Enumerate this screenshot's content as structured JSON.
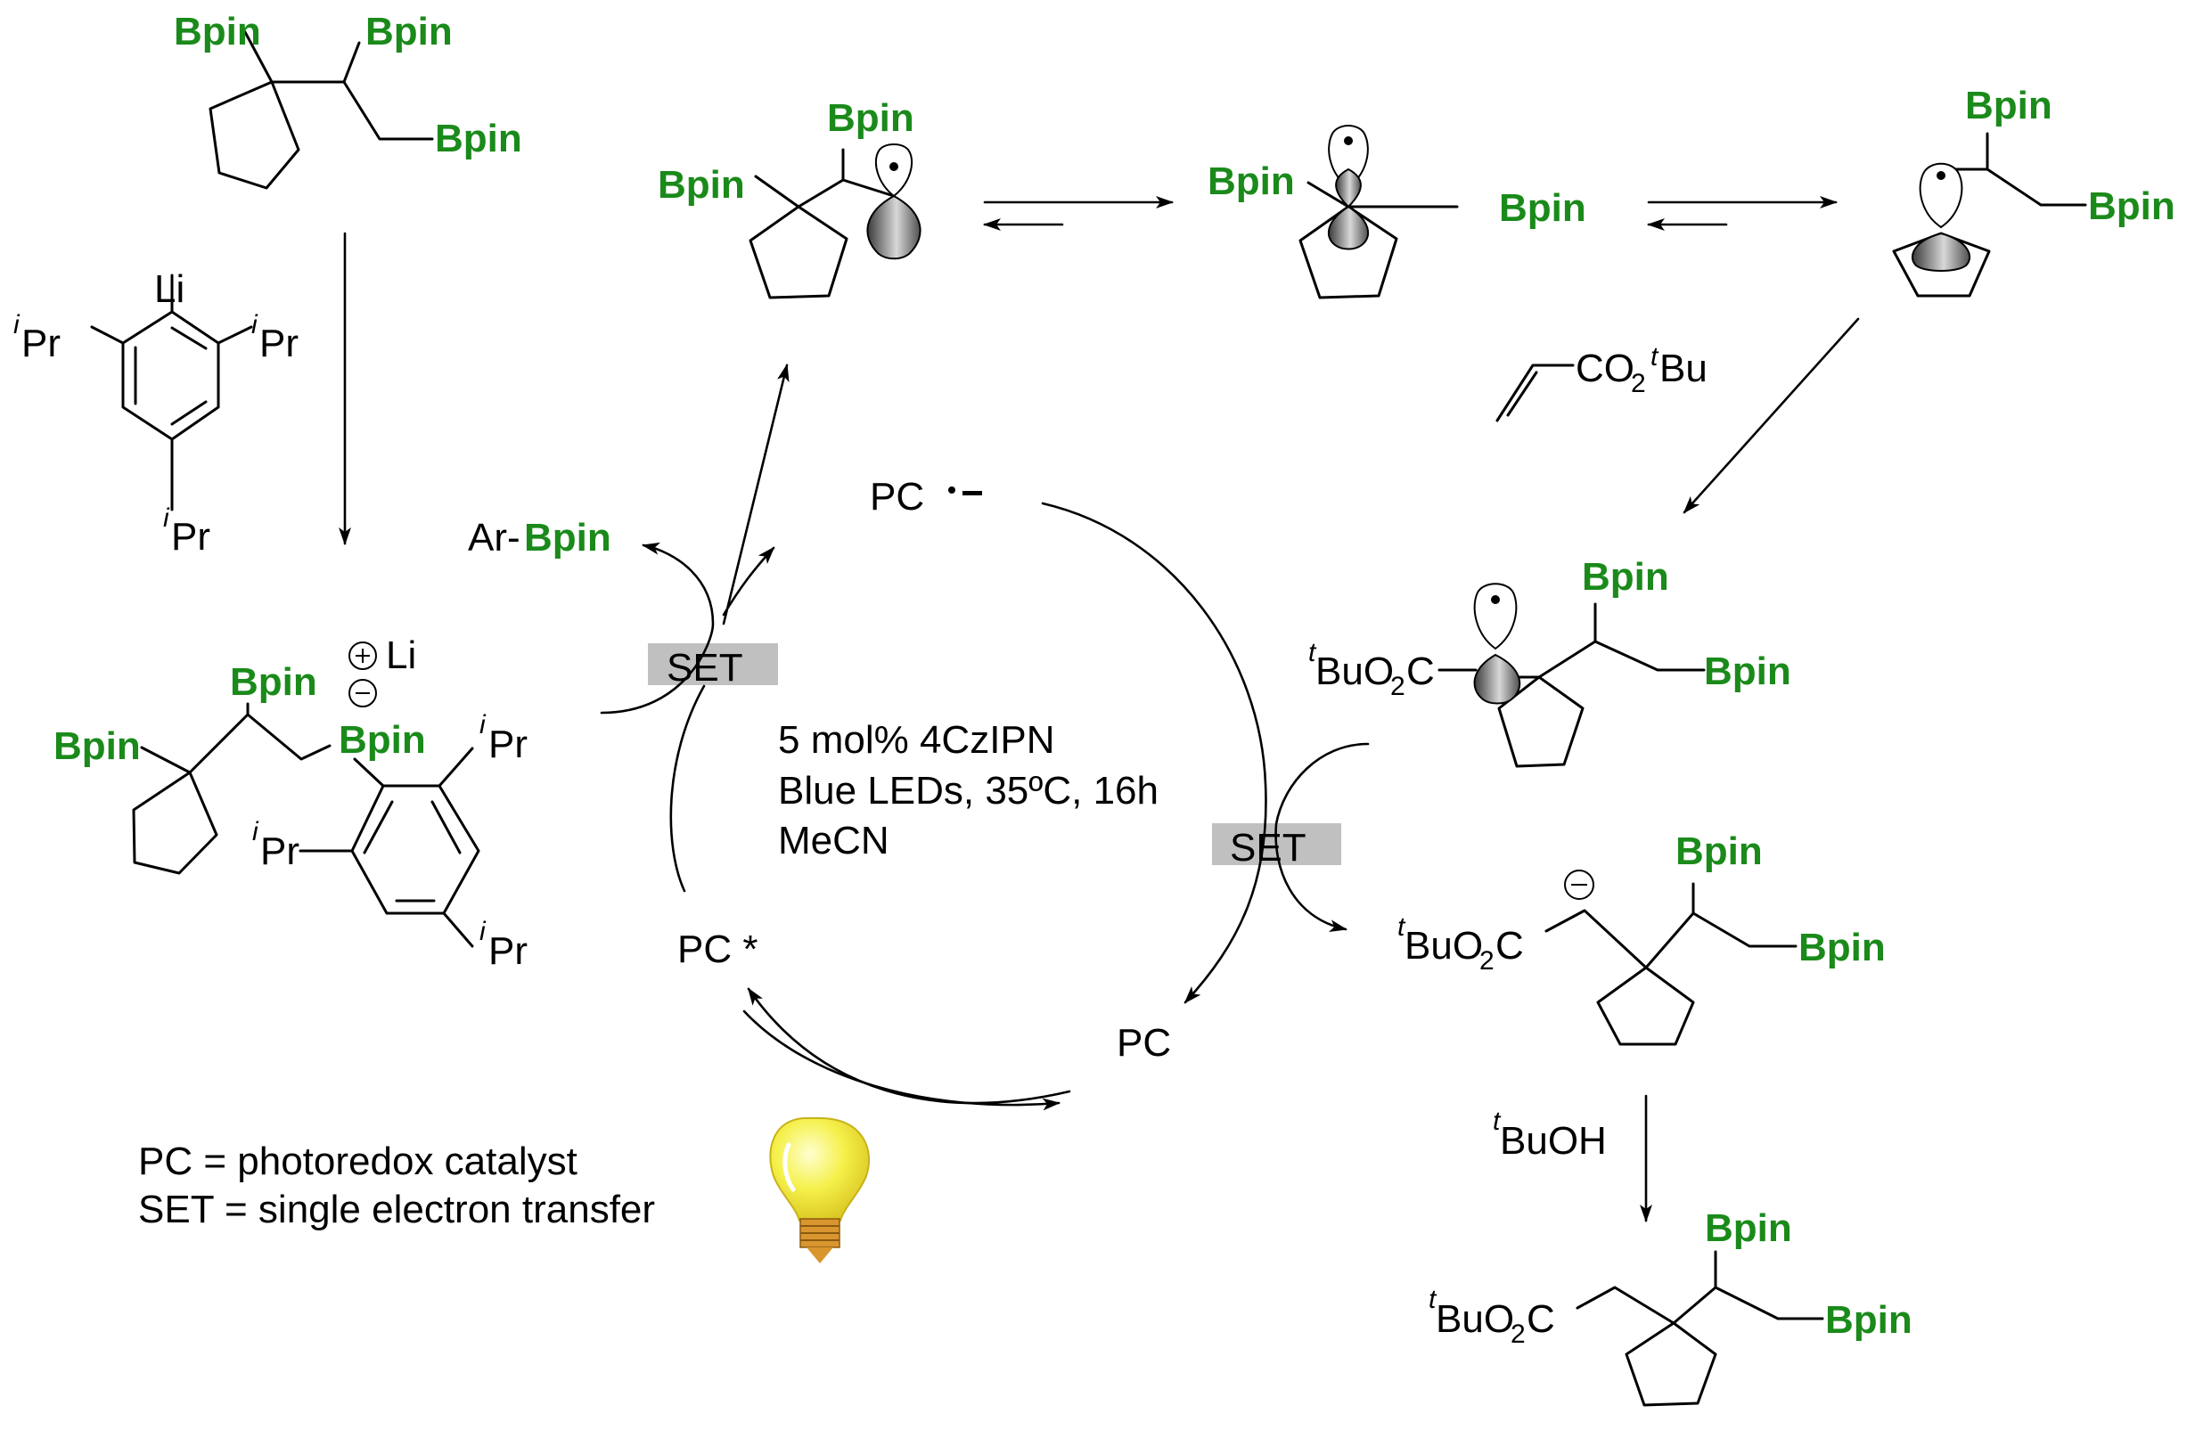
{
  "colors": {
    "bpin": "#1a8a1a",
    "line": "#000000",
    "set_box": "#c0c0c0",
    "bulb_yellow": "#f5f04a",
    "bulb_base": "#d9962e"
  },
  "labels": {
    "bpin": "Bpin",
    "li": "Li",
    "ipr": "Pr",
    "ipr_sup": "i",
    "tbu_sup": "t",
    "ar_bpin_prefix": "Ar-",
    "set": "SET",
    "pc_radical_anion": "PC",
    "pc_excited": "PC *",
    "pc": "PC",
    "tbuo2c_mid": "BuO",
    "tbuo2c_sub": "2",
    "tbuo2c_end": "C",
    "co2": "CO",
    "co2_sub": "2",
    "bu": "Bu",
    "tbuoh": "BuOH"
  },
  "conditions": [
    "5 mol% 4CzIPN",
    "Blue LEDs, 35ºC, 16h",
    "MeCN"
  ],
  "legend": [
    "PC = photoredox catalyst",
    "SET = single electron transfer"
  ]
}
